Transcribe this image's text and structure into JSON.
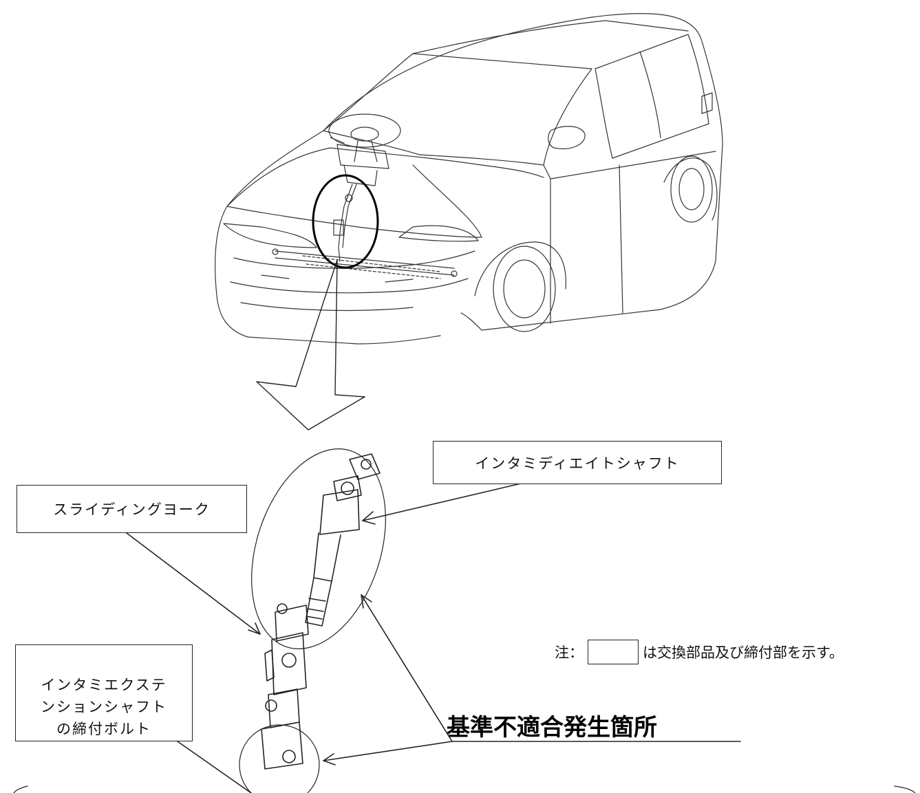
{
  "labels": {
    "intermediate_shaft": "インタミディエイトシャフト",
    "sliding_yoke": "スライディングヨーク",
    "extension_bolt": "インタミエクステ\nンションシャフト\nの締付ボルト"
  },
  "note": {
    "prefix": "注：",
    "suffix": "は交換部品及び締付部を示す。"
  },
  "defect_label": "基準不適合発生箇所",
  "colors": {
    "line": "#222222",
    "text": "#111111"
  },
  "icons": {
    "car": "car-outline-icon",
    "shaft": "steering-shaft-icon",
    "arrow": "down-arrow-icon"
  }
}
